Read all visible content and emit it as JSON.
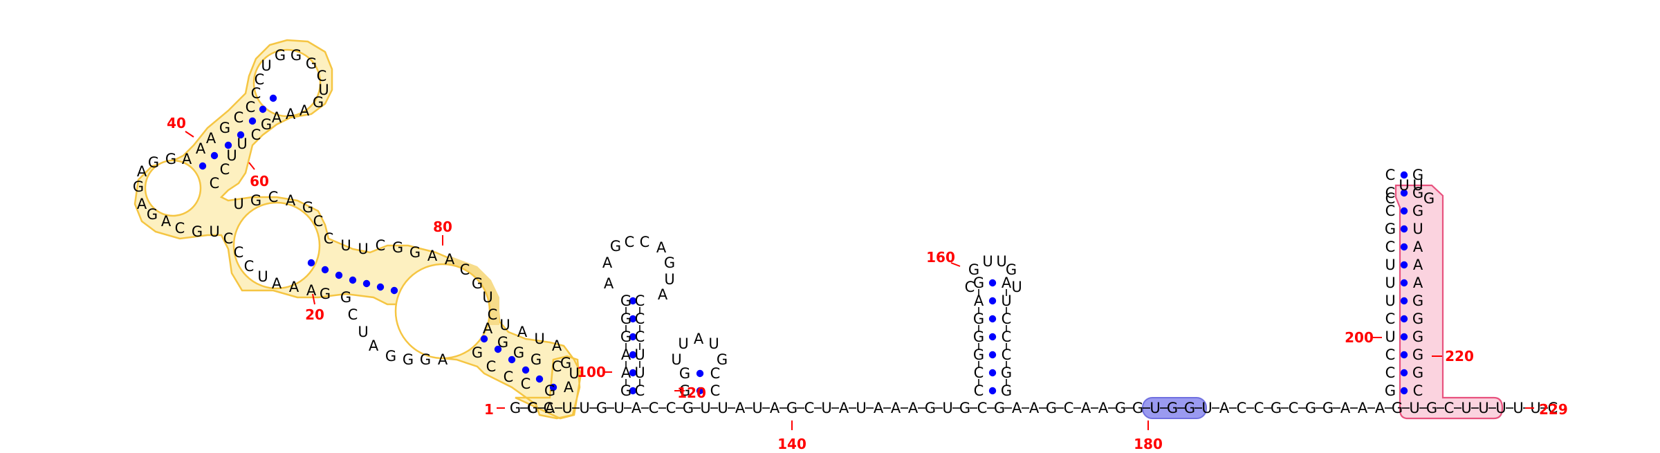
{
  "colors": {
    "nucleotide": "#000000",
    "backbone": "#000000",
    "pair_dot": "#0000ff",
    "number": "#ff0000",
    "highlight_yellow_fill": "#fdf0c0",
    "highlight_yellow_stroke": "#f5c542",
    "highlight_yellow_strong": "#f7dc8a",
    "highlight_blue_fill": "#9a9af0",
    "highlight_blue_stroke": "#7070e0",
    "highlight_pink_fill": "#fbd3df",
    "highlight_pink_stroke": "#e8527e"
  },
  "sequence": "GCAUUGUACCGUUAUAGCUAUAAAGUGCGAAGCAAGGUGGUACCGCGGAAAGUGCUUUUUC",
  "numbers": [
    "1",
    "20",
    "40",
    "60",
    "80",
    "100",
    "120",
    "140",
    "160",
    "180",
    "200",
    "220",
    "229"
  ]
}
